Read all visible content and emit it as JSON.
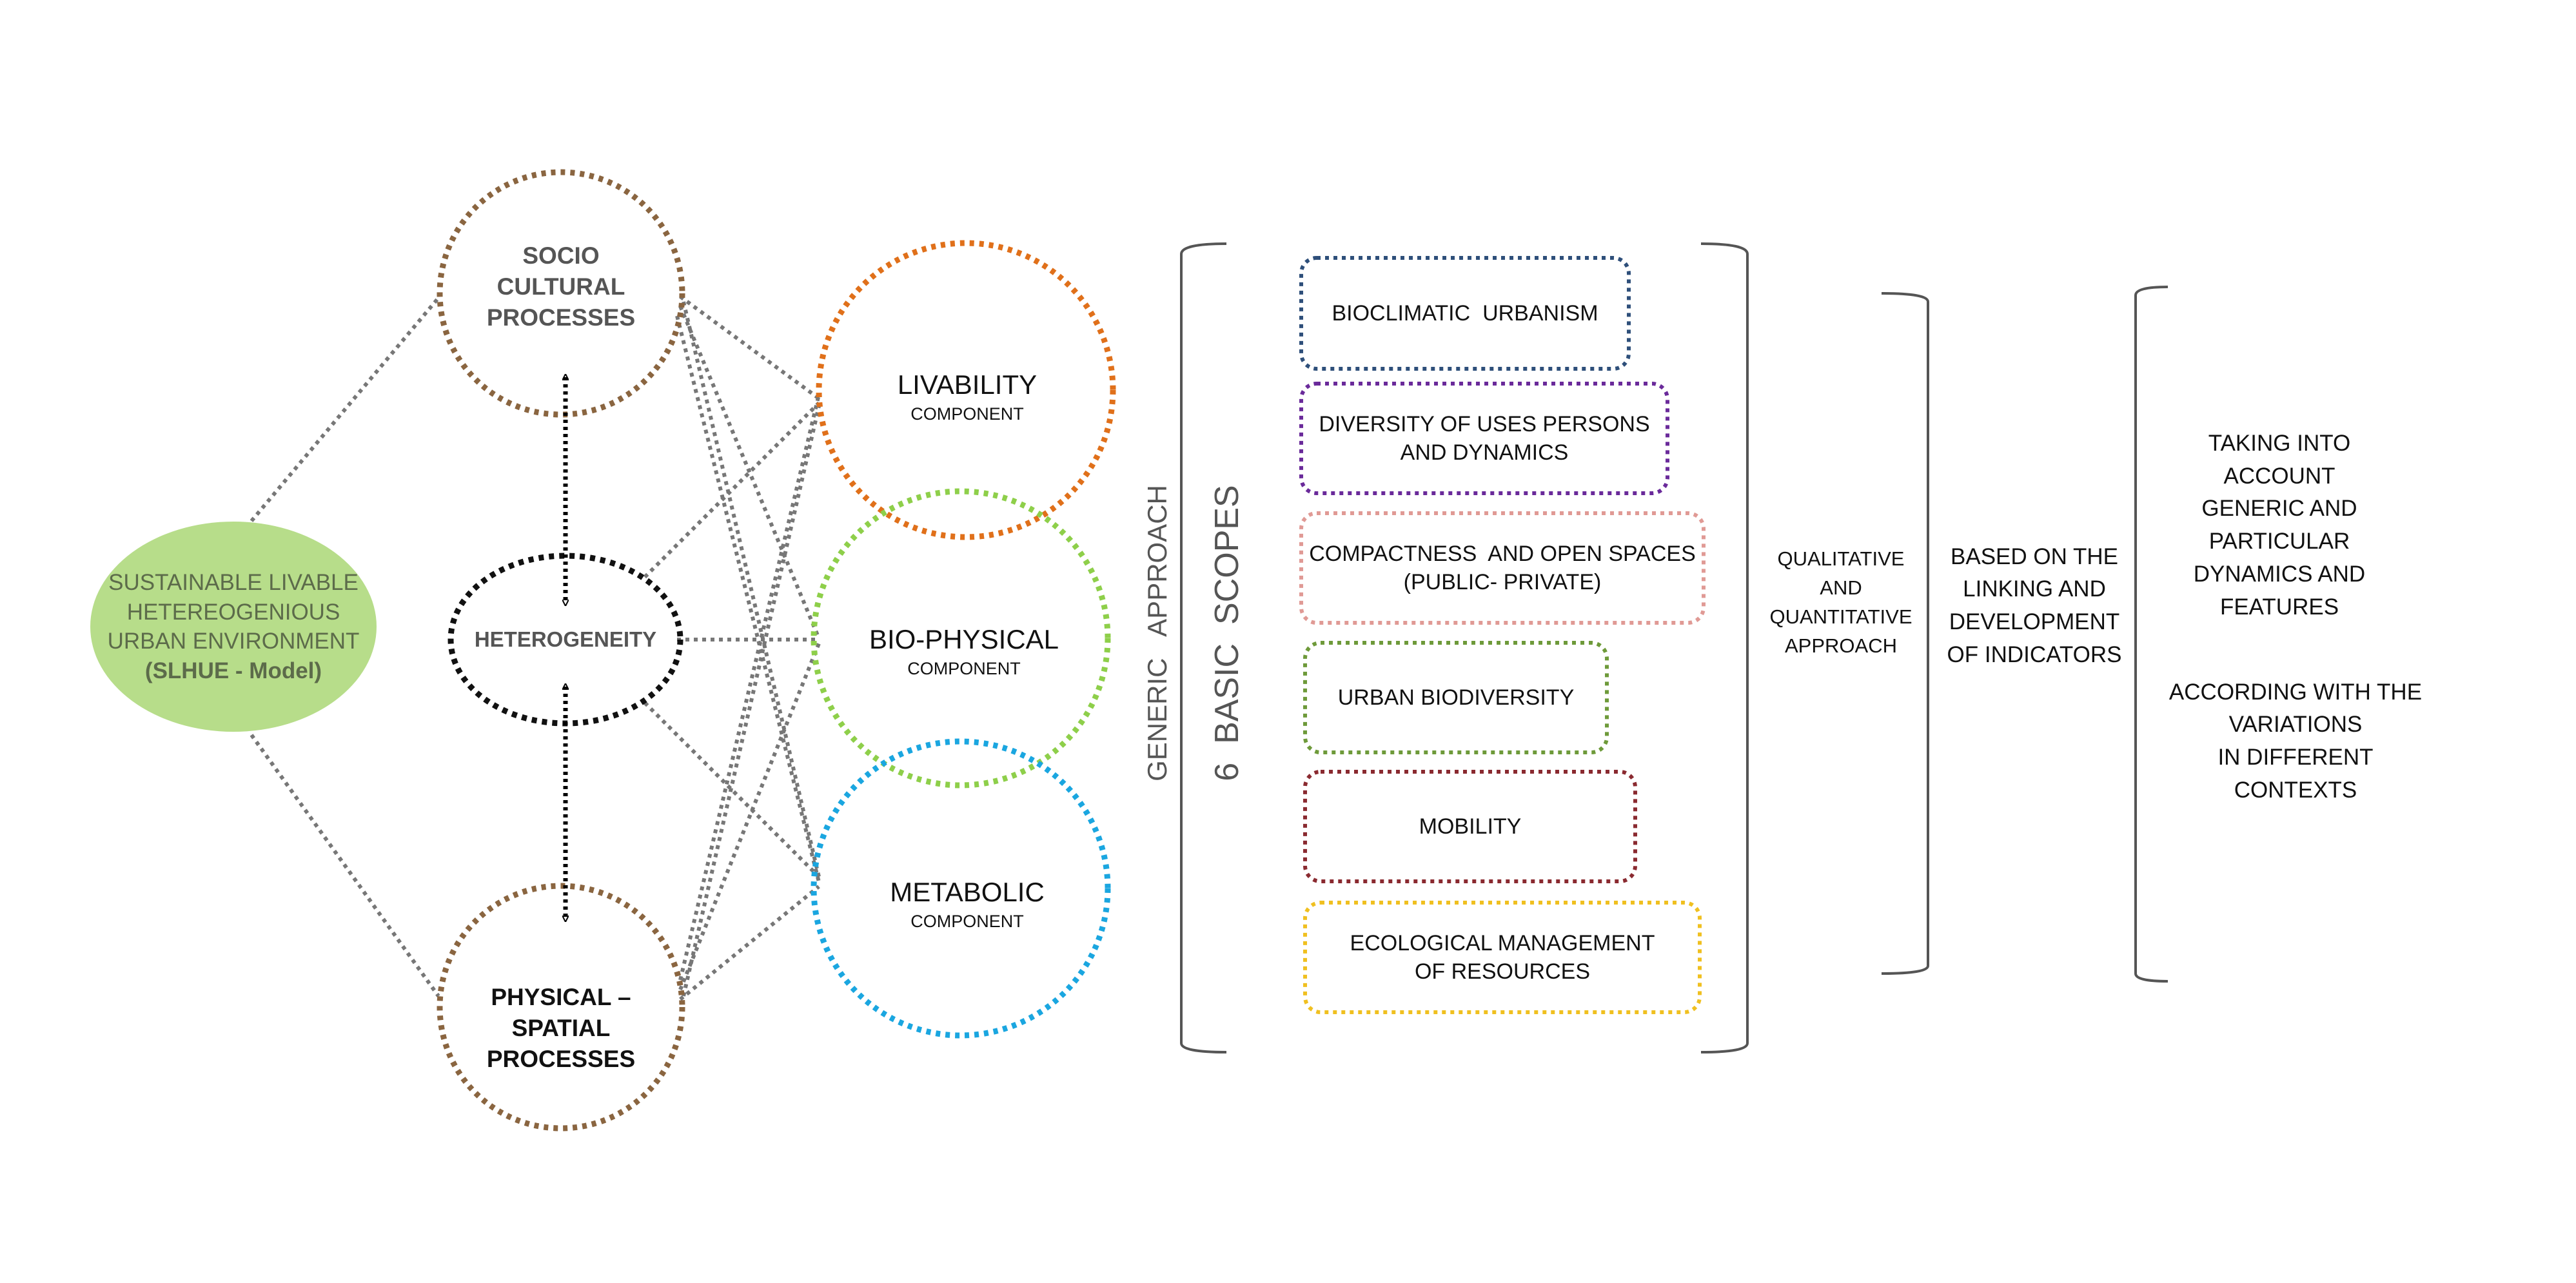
{
  "model": {
    "lines": [
      "SUSTAINABLE  LIVABLE",
      "HETEREOGENIOUS",
      "URBAN ENVIRONMENT"
    ],
    "code": "(SLHUE - Model)",
    "fill": "#b7dd8a"
  },
  "processes": {
    "socio": [
      "SOCIO",
      "CULTURAL",
      "PROCESSES"
    ],
    "heterogeneity": "HETEROGENEITY",
    "physical": [
      "PHYSICAL –",
      "SPATIAL",
      "PROCESSES"
    ],
    "ring_color": "#8a6540"
  },
  "components": [
    {
      "name": "LIVABILITY",
      "sub": "COMPONENT",
      "color": "#e0701a"
    },
    {
      "name": "BIO-PHYSICAL",
      "sub": "COMPONENT",
      "color": "#8ecf4a"
    },
    {
      "name": "METABOLIC",
      "sub": "COMPONENT",
      "color": "#1aa6e0"
    }
  ],
  "vertical_labels": {
    "approach": "GENERIC   APPROACH",
    "scopes": "6  BASIC  SCOPES"
  },
  "scopes": [
    {
      "lines": [
        "BIOCLIMATIC  URBANISM"
      ],
      "color": "#2e4f7a"
    },
    {
      "lines": [
        "DIVERSITY OF USES PERSONS",
        "AND DYNAMICS"
      ],
      "color": "#6a2a9a"
    },
    {
      "lines": [
        "COMPACTNESS  AND OPEN SPACES",
        "(PUBLIC- PRIVATE)"
      ],
      "color": "#e09a95"
    },
    {
      "lines": [
        "URBAN BIODIVERSITY"
      ],
      "color": "#6e9a3a"
    },
    {
      "lines": [
        "MOBILITY"
      ],
      "color": "#8a2a30"
    },
    {
      "lines": [
        "ECOLOGICAL MANAGEMENT",
        "OF RESOURCES"
      ],
      "color": "#f0c020"
    }
  ],
  "approach": [
    "QUALITATIVE",
    "AND",
    "QUANTITATIVE",
    "APPROACH"
  ],
  "indicators": [
    "BASED ON THE",
    "LINKING AND",
    "DEVELOPMENT",
    "OF INDICATORS"
  ],
  "context": {
    "first": [
      "TAKING INTO ACCOUNT",
      "GENERIC AND",
      "PARTICULAR",
      "DYNAMICS AND",
      "FEATURES"
    ],
    "second": [
      "ACCORDING WITH THE",
      "VARIATIONS",
      "IN DIFFERENT CONTEXTS"
    ]
  }
}
